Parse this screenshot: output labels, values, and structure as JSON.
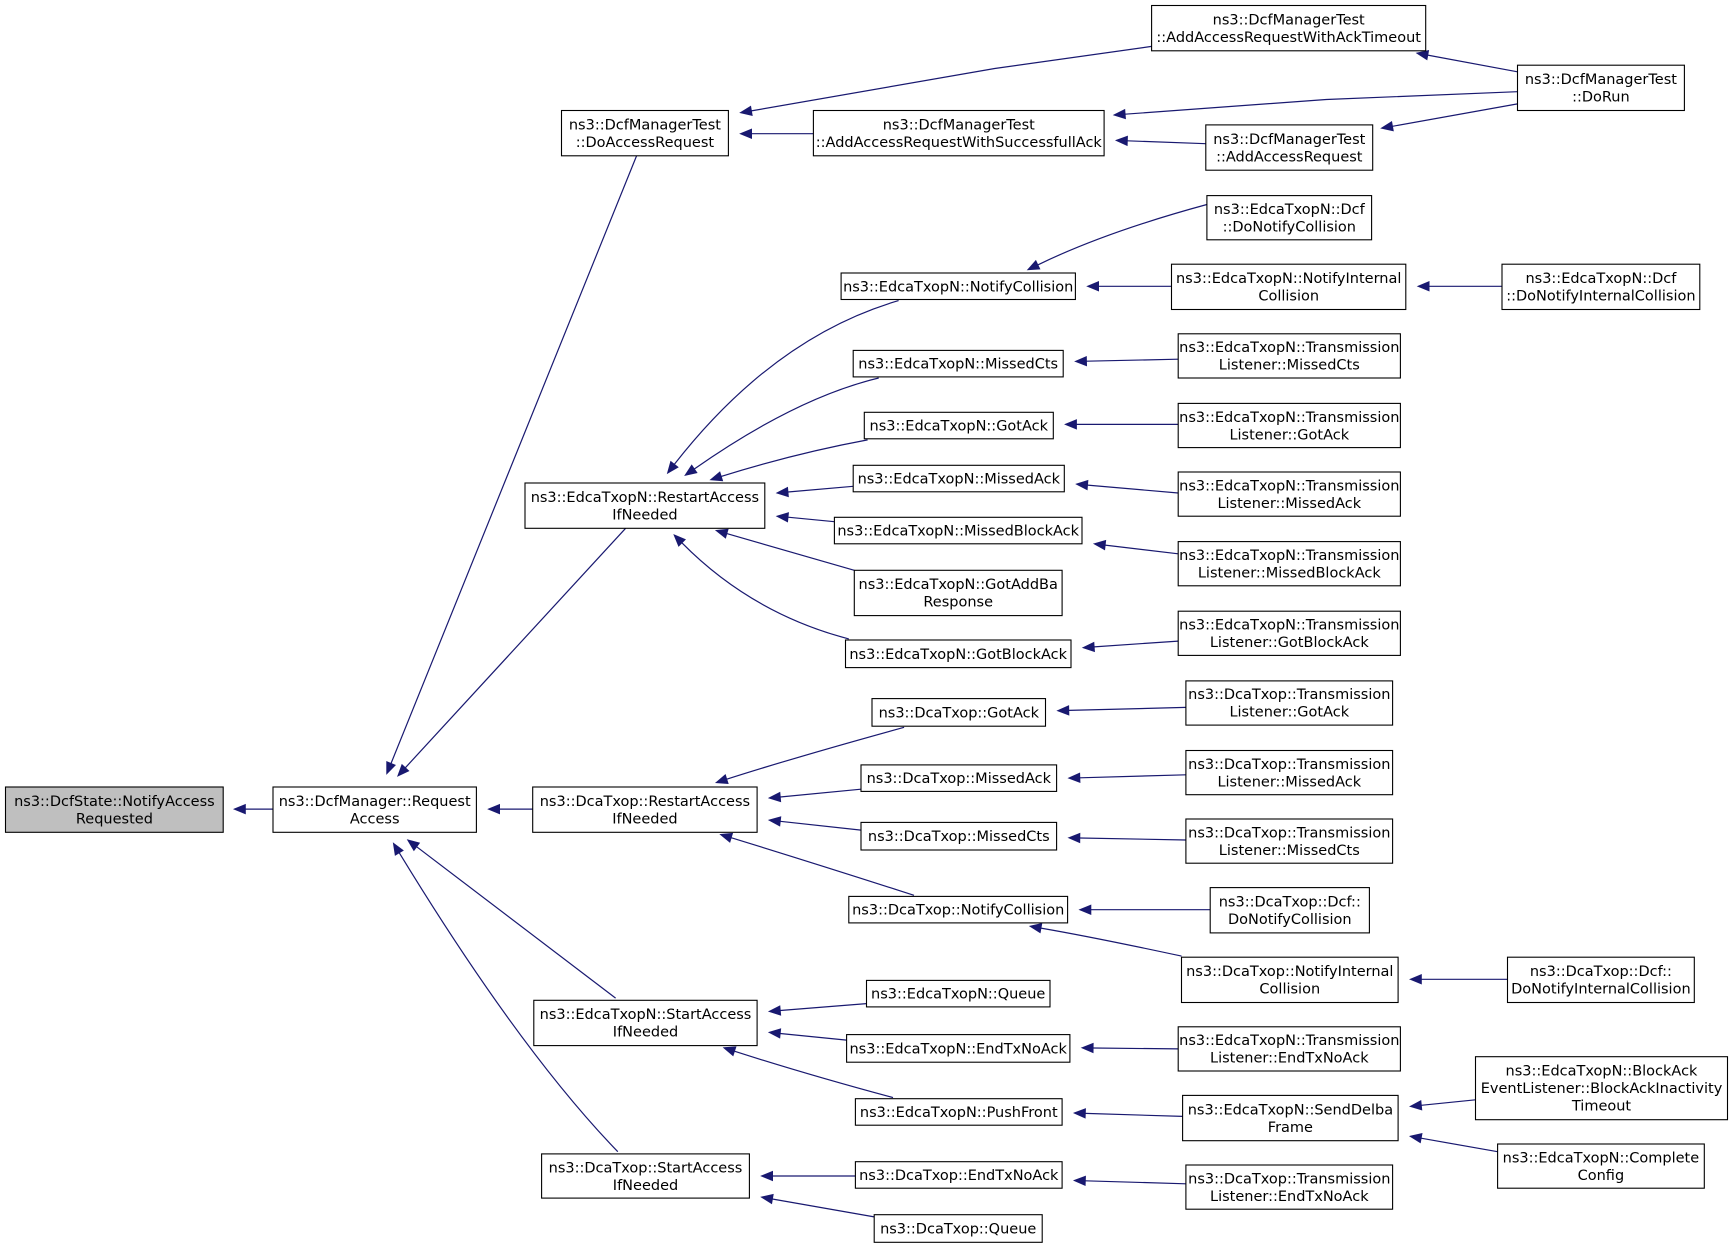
{
  "diagram": {
    "type": "call-graph",
    "nodes": [
      {
        "id": "n0",
        "lines": [
          "ns3::DcfState::NotifyAccess",
          "Requested"
        ],
        "highlighted": true
      },
      {
        "id": "n1",
        "lines": [
          "ns3::DcfManager::Request",
          "Access"
        ]
      },
      {
        "id": "n2",
        "lines": [
          "ns3::DcfManagerTest",
          "::DoAccessRequest"
        ]
      },
      {
        "id": "n3",
        "lines": [
          "ns3::EdcaTxopN::RestartAccess",
          "IfNeeded"
        ]
      },
      {
        "id": "n4",
        "lines": [
          "ns3::DcaTxop::RestartAccess",
          "IfNeeded"
        ]
      },
      {
        "id": "n5",
        "lines": [
          "ns3::EdcaTxopN::StartAccess",
          "IfNeeded"
        ]
      },
      {
        "id": "n6",
        "lines": [
          "ns3::DcaTxop::StartAccess",
          "IfNeeded"
        ]
      },
      {
        "id": "n7",
        "lines": [
          "ns3::DcfManagerTest",
          "::AddAccessRequestWithAckTimeout"
        ]
      },
      {
        "id": "n8",
        "lines": [
          "ns3::DcfManagerTest",
          "::AddAccessRequestWithSuccessfullAck"
        ]
      },
      {
        "id": "n9",
        "lines": [
          "ns3::DcfManagerTest",
          "::AddAccessRequest"
        ]
      },
      {
        "id": "n10",
        "lines": [
          "ns3::DcfManagerTest",
          "::DoRun"
        ]
      },
      {
        "id": "n11",
        "lines": [
          "ns3::EdcaTxopN::NotifyCollision"
        ]
      },
      {
        "id": "n12",
        "lines": [
          "ns3::EdcaTxopN::MissedCts"
        ]
      },
      {
        "id": "n13",
        "lines": [
          "ns3::EdcaTxopN::GotAck"
        ]
      },
      {
        "id": "n14",
        "lines": [
          "ns3::EdcaTxopN::MissedAck"
        ]
      },
      {
        "id": "n15",
        "lines": [
          "ns3::EdcaTxopN::MissedBlockAck"
        ]
      },
      {
        "id": "n16",
        "lines": [
          "ns3::EdcaTxopN::GotAddBa",
          "Response"
        ]
      },
      {
        "id": "n17",
        "lines": [
          "ns3::EdcaTxopN::GotBlockAck"
        ]
      },
      {
        "id": "n18",
        "lines": [
          "ns3::EdcaTxopN::Dcf",
          "::DoNotifyCollision"
        ]
      },
      {
        "id": "n19",
        "lines": [
          "ns3::EdcaTxopN::NotifyInternal",
          "Collision"
        ]
      },
      {
        "id": "n20",
        "lines": [
          "ns3::EdcaTxopN::Dcf",
          "::DoNotifyInternalCollision"
        ]
      },
      {
        "id": "n21",
        "lines": [
          "ns3::EdcaTxopN::Transmission",
          "Listener::MissedCts"
        ]
      },
      {
        "id": "n22",
        "lines": [
          "ns3::EdcaTxopN::Transmission",
          "Listener::GotAck"
        ]
      },
      {
        "id": "n23",
        "lines": [
          "ns3::EdcaTxopN::Transmission",
          "Listener::MissedAck"
        ]
      },
      {
        "id": "n24",
        "lines": [
          "ns3::EdcaTxopN::Transmission",
          "Listener::MissedBlockAck"
        ]
      },
      {
        "id": "n25",
        "lines": [
          "ns3::EdcaTxopN::Transmission",
          "Listener::GotBlockAck"
        ]
      },
      {
        "id": "n26",
        "lines": [
          "ns3::DcaTxop::GotAck"
        ]
      },
      {
        "id": "n27",
        "lines": [
          "ns3::DcaTxop::MissedAck"
        ]
      },
      {
        "id": "n28",
        "lines": [
          "ns3::DcaTxop::MissedCts"
        ]
      },
      {
        "id": "n29",
        "lines": [
          "ns3::DcaTxop::NotifyCollision"
        ]
      },
      {
        "id": "n30",
        "lines": [
          "ns3::DcaTxop::Transmission",
          "Listener::GotAck"
        ]
      },
      {
        "id": "n31",
        "lines": [
          "ns3::DcaTxop::Transmission",
          "Listener::MissedAck"
        ]
      },
      {
        "id": "n32",
        "lines": [
          "ns3::DcaTxop::Transmission",
          "Listener::MissedCts"
        ]
      },
      {
        "id": "n33",
        "lines": [
          "ns3::DcaTxop::Dcf::",
          "DoNotifyCollision"
        ]
      },
      {
        "id": "n34",
        "lines": [
          "ns3::DcaTxop::NotifyInternal",
          "Collision"
        ]
      },
      {
        "id": "n35",
        "lines": [
          "ns3::DcaTxop::Dcf::",
          "DoNotifyInternalCollision"
        ]
      },
      {
        "id": "n36",
        "lines": [
          "ns3::EdcaTxopN::Queue"
        ]
      },
      {
        "id": "n37",
        "lines": [
          "ns3::EdcaTxopN::EndTxNoAck"
        ]
      },
      {
        "id": "n38",
        "lines": [
          "ns3::EdcaTxopN::PushFront"
        ]
      },
      {
        "id": "n39",
        "lines": [
          "ns3::EdcaTxopN::Transmission",
          "Listener::EndTxNoAck"
        ]
      },
      {
        "id": "n40",
        "lines": [
          "ns3::EdcaTxopN::SendDelba",
          "Frame"
        ]
      },
      {
        "id": "n41",
        "lines": [
          "ns3::EdcaTxopN::BlockAck",
          "EventListener::BlockAckInactivity",
          "Timeout"
        ]
      },
      {
        "id": "n42",
        "lines": [
          "ns3::EdcaTxopN::Complete",
          "Config"
        ]
      },
      {
        "id": "n43",
        "lines": [
          "ns3::DcaTxop::EndTxNoAck"
        ]
      },
      {
        "id": "n44",
        "lines": [
          "ns3::DcaTxop::Queue"
        ]
      },
      {
        "id": "n45",
        "lines": [
          "ns3::DcaTxop::Transmission",
          "Listener::EndTxNoAck"
        ]
      }
    ],
    "edges": [
      {
        "from": "n1",
        "to": "n0"
      },
      {
        "from": "n2",
        "to": "n1"
      },
      {
        "from": "n3",
        "to": "n1"
      },
      {
        "from": "n4",
        "to": "n1"
      },
      {
        "from": "n5",
        "to": "n1"
      },
      {
        "from": "n6",
        "to": "n1"
      },
      {
        "from": "n7",
        "to": "n2"
      },
      {
        "from": "n8",
        "to": "n2"
      },
      {
        "from": "n10",
        "to": "n7"
      },
      {
        "from": "n10",
        "to": "n8"
      },
      {
        "from": "n9",
        "to": "n8"
      },
      {
        "from": "n10",
        "to": "n9"
      },
      {
        "from": "n11",
        "to": "n3"
      },
      {
        "from": "n12",
        "to": "n3"
      },
      {
        "from": "n13",
        "to": "n3"
      },
      {
        "from": "n14",
        "to": "n3"
      },
      {
        "from": "n15",
        "to": "n3"
      },
      {
        "from": "n16",
        "to": "n3"
      },
      {
        "from": "n17",
        "to": "n3"
      },
      {
        "from": "n18",
        "to": "n11"
      },
      {
        "from": "n19",
        "to": "n11"
      },
      {
        "from": "n20",
        "to": "n19"
      },
      {
        "from": "n21",
        "to": "n12"
      },
      {
        "from": "n22",
        "to": "n13"
      },
      {
        "from": "n23",
        "to": "n14"
      },
      {
        "from": "n24",
        "to": "n15"
      },
      {
        "from": "n25",
        "to": "n17"
      },
      {
        "from": "n26",
        "to": "n4"
      },
      {
        "from": "n27",
        "to": "n4"
      },
      {
        "from": "n28",
        "to": "n4"
      },
      {
        "from": "n29",
        "to": "n4"
      },
      {
        "from": "n30",
        "to": "n26"
      },
      {
        "from": "n31",
        "to": "n27"
      },
      {
        "from": "n32",
        "to": "n28"
      },
      {
        "from": "n33",
        "to": "n29"
      },
      {
        "from": "n34",
        "to": "n29"
      },
      {
        "from": "n35",
        "to": "n34"
      },
      {
        "from": "n36",
        "to": "n5"
      },
      {
        "from": "n37",
        "to": "n5"
      },
      {
        "from": "n38",
        "to": "n5"
      },
      {
        "from": "n39",
        "to": "n37"
      },
      {
        "from": "n40",
        "to": "n38"
      },
      {
        "from": "n41",
        "to": "n40"
      },
      {
        "from": "n42",
        "to": "n40"
      },
      {
        "from": "n43",
        "to": "n6"
      },
      {
        "from": "n44",
        "to": "n6"
      },
      {
        "from": "n45",
        "to": "n43"
      }
    ]
  }
}
